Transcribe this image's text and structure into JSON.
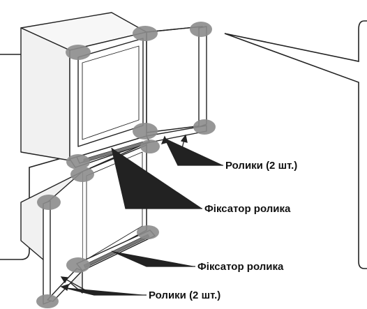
{
  "labels": {
    "rollers_top": "Ролики (2 шт.)",
    "roller_lock_upper": "Фіксатор ролика",
    "roller_lock_lower": "Фіксатор ролика",
    "rollers_bottom": "Ролики (2 шт.)"
  },
  "colors": {
    "line": "#222222",
    "hinge_marker": "#8c8c8c",
    "door_fill": "#ffffff",
    "body_fill": "#f4f4f4"
  }
}
